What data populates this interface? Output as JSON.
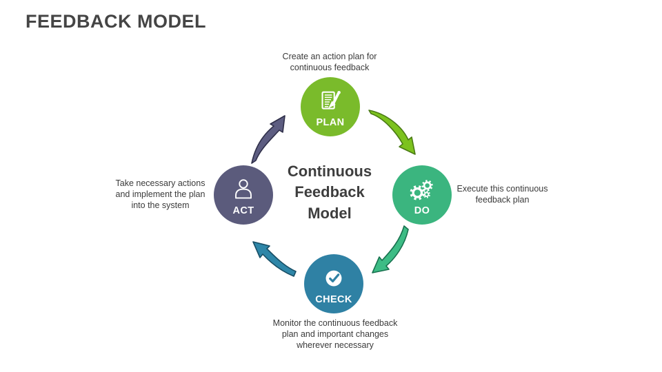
{
  "slide": {
    "title": "FEEDBACK MODEL",
    "center_title": "Continuous Feedback Model"
  },
  "colors": {
    "title_text": "#454545",
    "body_text": "#3A3A3A",
    "plan": "#7ABB2B",
    "do": "#3BB57F",
    "check": "#2F81A4",
    "act": "#5B5B7C",
    "arrow_plan_to_do_fill": "#7CC21E",
    "arrow_do_to_check_fill": "#3DBC85",
    "arrow_check_to_act_fill": "#2E86A8",
    "arrow_act_to_plan_fill": "#5D5D81"
  },
  "cycle": {
    "nodes": [
      {
        "id": "plan",
        "label": "PLAN",
        "icon": "document-pen-icon",
        "color": "#7ABB2B",
        "position": "top",
        "caption": "Create an action plan for continuous feedback"
      },
      {
        "id": "do",
        "label": "DO",
        "icon": "gears-icon",
        "color": "#3BB57F",
        "position": "right",
        "caption": "Execute this continuous feedback plan"
      },
      {
        "id": "check",
        "label": "CHECK",
        "icon": "checkmark-circle-icon",
        "color": "#2F81A4",
        "position": "bottom",
        "caption": "Monitor the continuous feedback plan and important changes wherever necessary"
      },
      {
        "id": "act",
        "label": "ACT",
        "icon": "person-icon",
        "color": "#5B5B7C",
        "position": "left",
        "caption": "Take necessary actions and implement the plan into the system"
      }
    ],
    "arrows": [
      {
        "from": "ACT",
        "to": "PLAN",
        "color": "#5D5D81"
      },
      {
        "from": "PLAN",
        "to": "DO",
        "color": "#7CC21E"
      },
      {
        "from": "DO",
        "to": "CHECK",
        "color": "#3DBC85"
      },
      {
        "from": "CHECK",
        "to": "ACT",
        "color": "#2E86A8"
      }
    ]
  }
}
